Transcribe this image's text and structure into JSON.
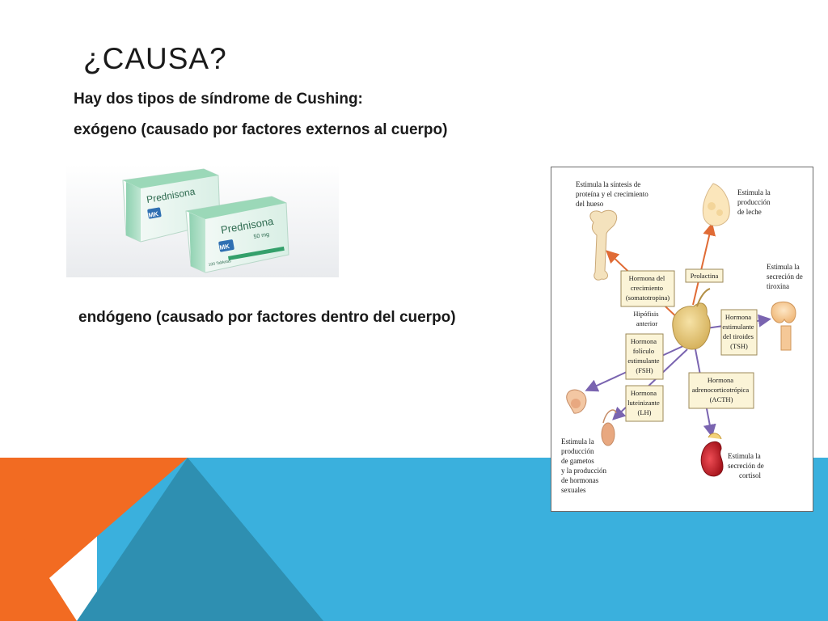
{
  "slide": {
    "title": "¿CAUSA?",
    "line1": "Hay dos tipos de síndrome de Cushing:",
    "line2": "exógeno (causado por factores externos al cuerpo)",
    "line3": "endógeno (causado por factores dentro del cuerpo)"
  },
  "prednisona_image": {
    "box_brand": "Prednisona",
    "box_dose": "50 mg",
    "box_count": "100 Tabletas",
    "box_logo": "MK"
  },
  "diagram": {
    "gh_effect": [
      "Estimula la síntesis de",
      "proteína y el crecimiento",
      "del hueso"
    ],
    "milk_effect": [
      "Estimula la",
      "producción",
      "de leche"
    ],
    "thyroxine_effect": [
      "Estimula la",
      "secreción de",
      "tiroxina"
    ],
    "gh_label": [
      "Hormona del",
      "crecimiento",
      "(somatotropina)"
    ],
    "prolactin_label": "Prolactina",
    "pituitary_label": [
      "Hipófisis",
      "anterior"
    ],
    "tsh_label": [
      "Hormona",
      "estimulante",
      "del tiroides",
      "(TSH)"
    ],
    "fsh_label": [
      "Hormona",
      "folículo",
      "estimulante",
      "(FSH)"
    ],
    "acth_label": [
      "Hormona",
      "adrenocorticotrópica",
      "(ACTH)"
    ],
    "lh_label": [
      "Hormona",
      "luteinizante",
      "(LH)"
    ],
    "gamete_effect": [
      "Estimula la",
      "producción",
      "de gametos",
      "y la producción",
      "de hormonas",
      "sexuales"
    ],
    "cortisol_effect": [
      "Estimula la",
      "secreción de",
      "cortisol"
    ]
  },
  "colors": {
    "orange": "#f26b22",
    "blue": "#3ab0dd",
    "blue_dark": "#2e8fb1",
    "arrow_orange": "#e06b35",
    "arrow_purple": "#7a64b0",
    "label_box_fill": "#fbf4d7"
  }
}
